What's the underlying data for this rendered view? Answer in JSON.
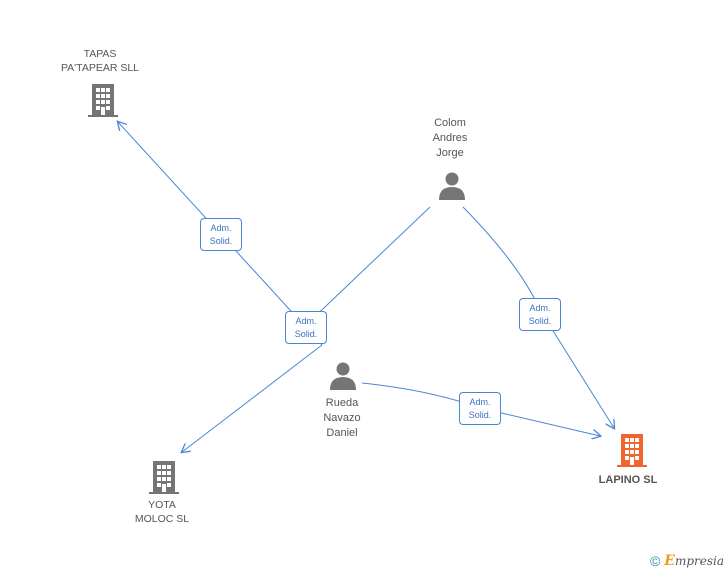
{
  "nodes": {
    "tapas": {
      "label": "TAPAS\nPA'TAPEAR SLL",
      "type": "company"
    },
    "colom": {
      "label": "Colom\nAndres\nJorge",
      "type": "person"
    },
    "rueda": {
      "label": "Rueda\nNavazo\nDaniel",
      "type": "person"
    },
    "yota": {
      "label": "YOTA\nMOLOC SL",
      "type": "company"
    },
    "lapino": {
      "label": "LAPINO SL",
      "type": "company-target"
    }
  },
  "edges": [
    {
      "label": "Adm.\nSolid."
    },
    {
      "label": "Adm.\nSolid."
    },
    {
      "label": "Adm.\nSolid."
    },
    {
      "label": "Adm.\nSolid."
    }
  ],
  "colors": {
    "edge": "#4a86d4",
    "company_icon": "#757575",
    "person_icon": "#757575",
    "target_icon": "#f0642d"
  },
  "footer": {
    "copyright": "©",
    "brand_initial": "E",
    "brand_rest": "mpresia"
  }
}
